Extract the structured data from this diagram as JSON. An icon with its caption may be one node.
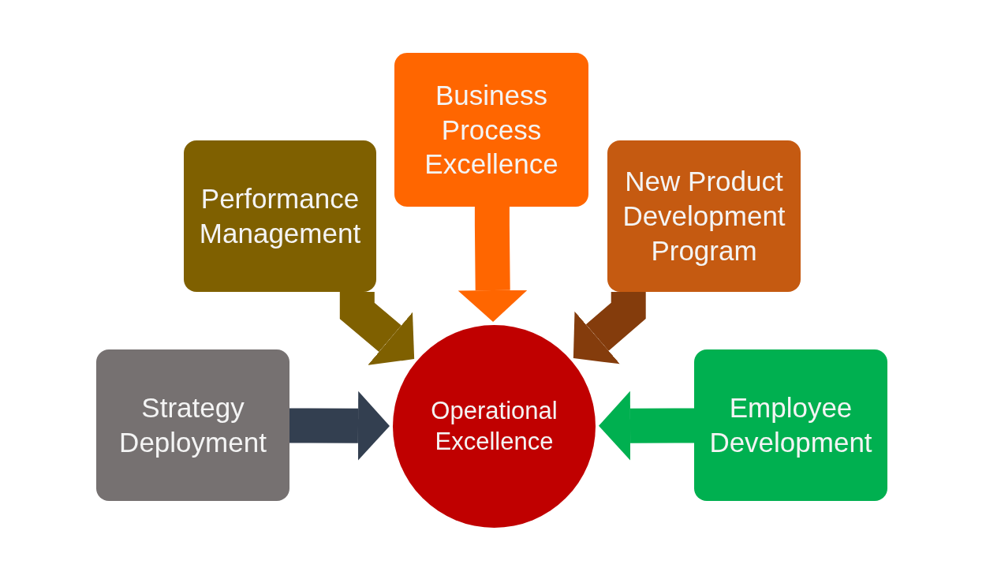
{
  "diagram": {
    "nodes": [
      {
        "text": [
          "Business Process Excellence"
        ]
      },
      {
        "text": [
          "Performance Management"
        ]
      },
      {
        "text": [
          "New Product Development Program"
        ]
      },
      {
        "text": [
          "Strategy Deployment"
        ]
      },
      {
        "text": [
          "Operational Excellence"
        ]
      },
      {
        "text": [
          "Employee Development"
        ]
      }
    ],
    "edges": [
      {
        "from": 0,
        "to": 4,
        "arrow": "to",
        "color": "#ff6600"
      },
      {
        "from": 1,
        "to": 4,
        "arrow": "to",
        "color": "#7f6000"
      },
      {
        "from": 2,
        "to": 4,
        "arrow": "to",
        "color": "#843c0c"
      },
      {
        "from": 3,
        "to": 4,
        "arrow": "to",
        "color": "#333f50"
      },
      {
        "from": 5,
        "to": 4,
        "arrow": "to",
        "color": "#00b050"
      }
    ]
  }
}
